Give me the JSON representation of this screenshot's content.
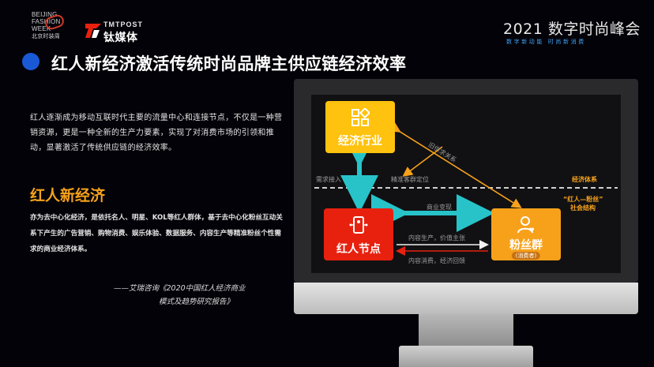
{
  "header": {
    "bfw_lines": [
      "BEIJING",
      "FASHION",
      "WEEK"
    ],
    "bfw_cn": "北京时装周",
    "tmt_top": "TMTPOST",
    "tmt_cn": "钛媒体",
    "summit_title": "2021 数字时尚峰会",
    "summit_sub": "数字新动能  时尚新消费"
  },
  "slide": {
    "title": "红人新经济激活传统时尚品牌主供应链经济效率",
    "paragraph": "红人逐渐成为移动互联时代主要的流量中心和连接节点，不仅是一种营销资源，更是一种全新的生产力要素，实现了对消费市场的引领和推动，显著激活了传统供应链的经济效率。",
    "subtitle": "红人新经济",
    "paragraph2": "亦为去中心化经济，是依托名人、明星、KOL等红人群体，基于去中心化粉丝互动关系下产生的广告营销、购物消费、娱乐体验、数据服务、内容生产等精准粉丝个性需求的商业经济体系。",
    "citation_line1": "——艾瑞咨询《2020中国红人经济商业",
    "citation_line2": "模式及趋势研究报告》"
  },
  "diagram": {
    "economy_box": "经济行业",
    "kol_box": "红人节点",
    "fans_box": "粉丝群",
    "fans_tag": "(消费者)",
    "supply_relation": "旧供求关系",
    "demand_access": "需求接入",
    "precise_positioning": "精准客群定位",
    "economic_system": "经济体系",
    "kol_fans_label": "“红人—粉丝”",
    "social_structure": "社会结构",
    "business_monetization": "商业变现",
    "content_production": "内容生产，价值主张",
    "content_consumption": "内容消费，经济回馈"
  },
  "colors": {
    "background": "#020208",
    "accent_blue": "#1a59d6",
    "orange": "#f7a21b",
    "yellow": "#ffc20e",
    "red": "#e8210f",
    "cyan": "#27c3c9"
  }
}
